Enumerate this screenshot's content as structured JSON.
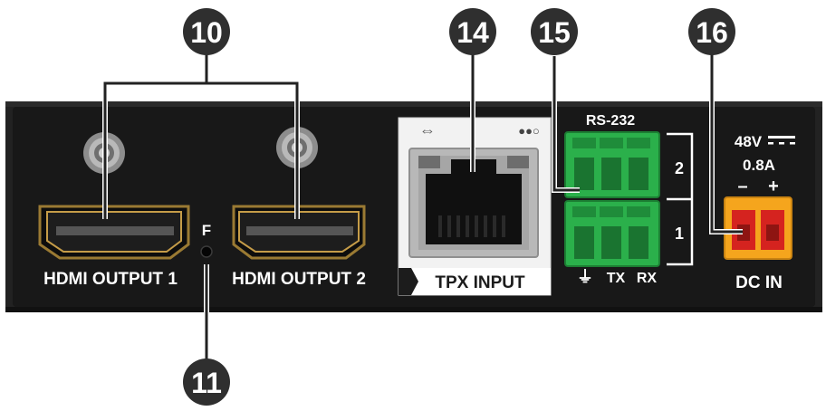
{
  "callouts": {
    "c10": "10",
    "c11": "11",
    "c14": "14",
    "c15": "15",
    "c16": "16"
  },
  "ports": {
    "hdmi1": "HDMI OUTPUT 1",
    "hdmi2": "HDMI OUTPUT 2",
    "f_label": "F",
    "tpx": "TPX INPUT",
    "rs232": "RS-232",
    "row2": "2",
    "row1": "1",
    "tx": "TX",
    "rx": "RX",
    "ground_symbol": "⏚",
    "voltage": "48V",
    "current": "0.8A",
    "minus": "–",
    "plus": "+",
    "dcin": "DC IN",
    "link_symbol": "⇔",
    "status_dots": "●●○"
  },
  "colors": {
    "panel": "#1c1c1c",
    "callout": "#2f2f2f",
    "terminal_green": "#27b34a",
    "dc_orange": "#f5a51d",
    "dc_red": "#d5231f",
    "hdmi_gold": "#b08a3a"
  }
}
